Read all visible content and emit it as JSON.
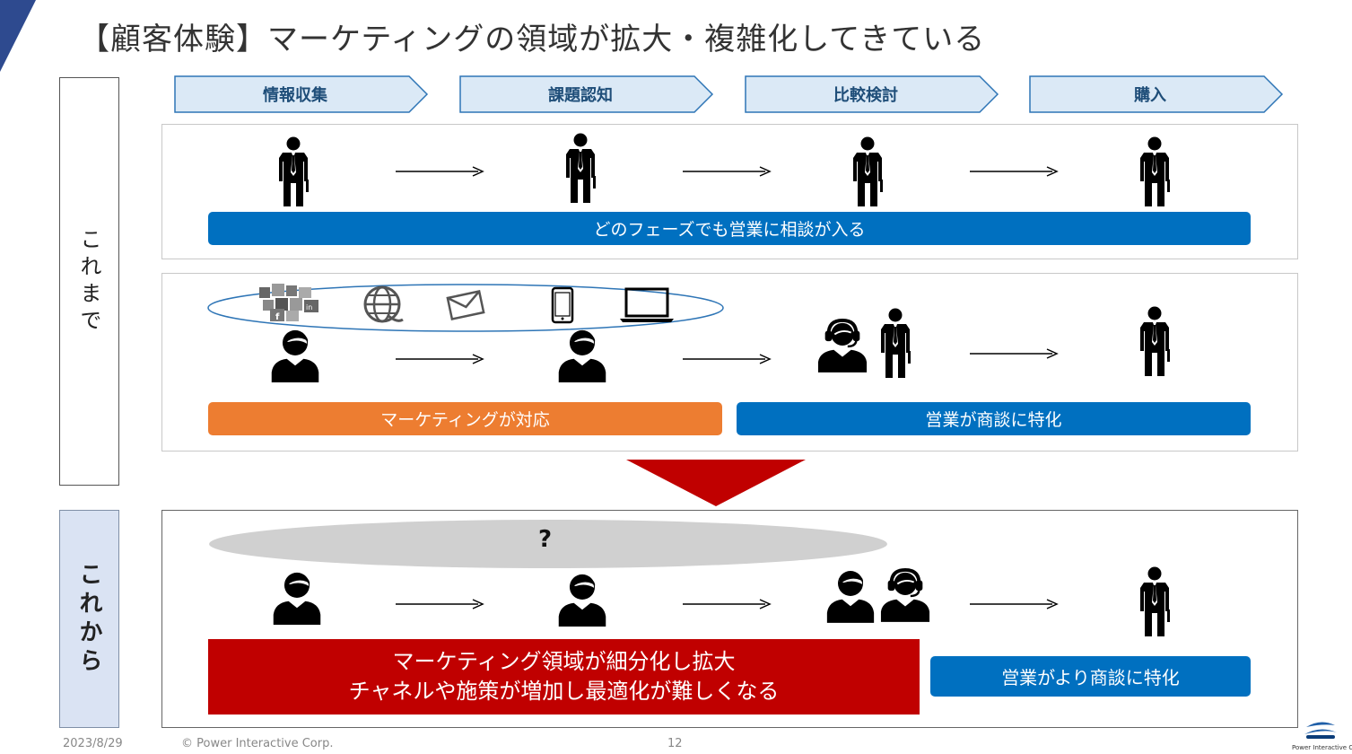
{
  "title": "【顧客体験】マーケティングの領域が拡大・複雑化してきている",
  "sides": {
    "past": "これまで",
    "future": "これから"
  },
  "phases": [
    "情報収集",
    "課題認知",
    "比較検討",
    "購入"
  ],
  "row1": {
    "bar": "どのフェーズでも営業に相談が入る"
  },
  "row2": {
    "marketing_bar": "マーケティングが対応",
    "sales_bar": "営業が商談に特化"
  },
  "row3": {
    "question": "?",
    "red_bar": [
      "マーケティング領域が細分化し拡大",
      "チャネルや施策が増加し最適化が難しくなる"
    ],
    "sales_bar": "営業がより商談に特化"
  },
  "footer": {
    "date": "2023/8/29",
    "copyright": "© Power Interactive Corp.",
    "page": "12",
    "logo_text": "Power Interactive Corp"
  },
  "colors": {
    "accent_blue": "#0070c0",
    "orange": "#ed7d31",
    "red": "#c00000",
    "phase_fill": "#dbe9f6",
    "phase_stroke": "#2e75b6"
  },
  "icons": [
    "businessman-icon",
    "operator-icon",
    "person-icon",
    "social-media-icon",
    "globe-icon",
    "mail-icon",
    "smartphone-icon",
    "laptop-icon",
    "down-triangle-icon",
    "right-arrow-icon"
  ]
}
